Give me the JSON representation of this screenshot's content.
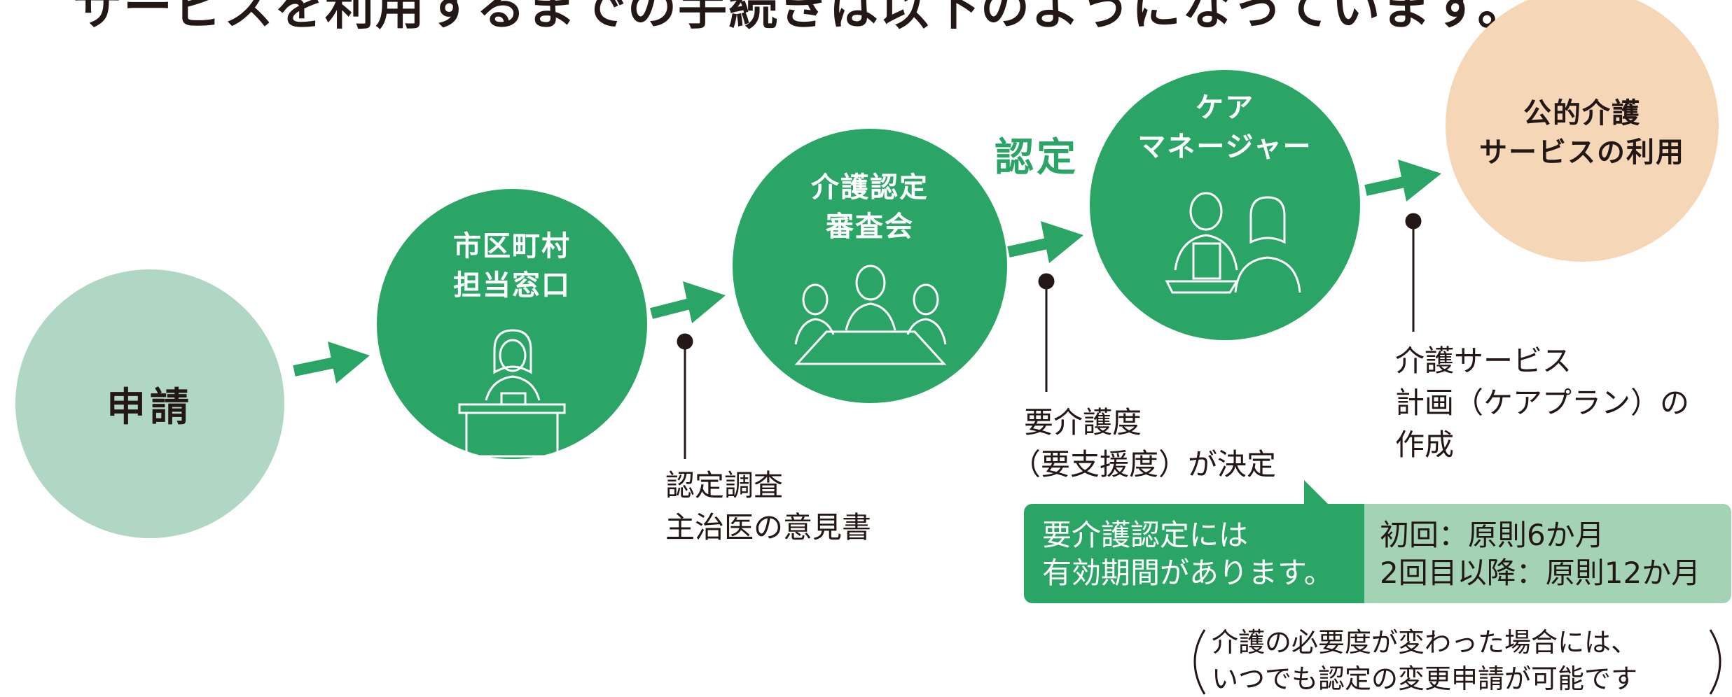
{
  "heading": "サービスを利用するまでの手続きは以下のようになっています。",
  "steps": {
    "apply": "申請",
    "window": [
      "市区町村",
      "担当窓口"
    ],
    "committee": [
      "介護認定",
      "審査会"
    ],
    "caremanager": [
      "ケア",
      "マネージャー"
    ],
    "service": [
      "公的介護",
      "サービスの利用"
    ]
  },
  "certification_word": "認定",
  "captions": {
    "survey": [
      "認定調査",
      "主治医の意見書"
    ],
    "decision": [
      "要介護度",
      "（要支援度）が決定"
    ],
    "plan": [
      "介護サービス",
      "計画（ケアプラン）の",
      "作成"
    ]
  },
  "validity_box": {
    "left": [
      "要介護認定には",
      "有効期間があります。"
    ],
    "right": [
      "初回：原則6か月",
      "2回目以降：原則12か月"
    ]
  },
  "note": [
    "介護の必要度が変わった場合には、",
    "いつでも認定の変更申請が可能です"
  ],
  "colors": {
    "green": "#2ba566",
    "light_green": "#b0d7c3",
    "peach": "#f5d7b7",
    "box_right": "#a3d3b4"
  }
}
